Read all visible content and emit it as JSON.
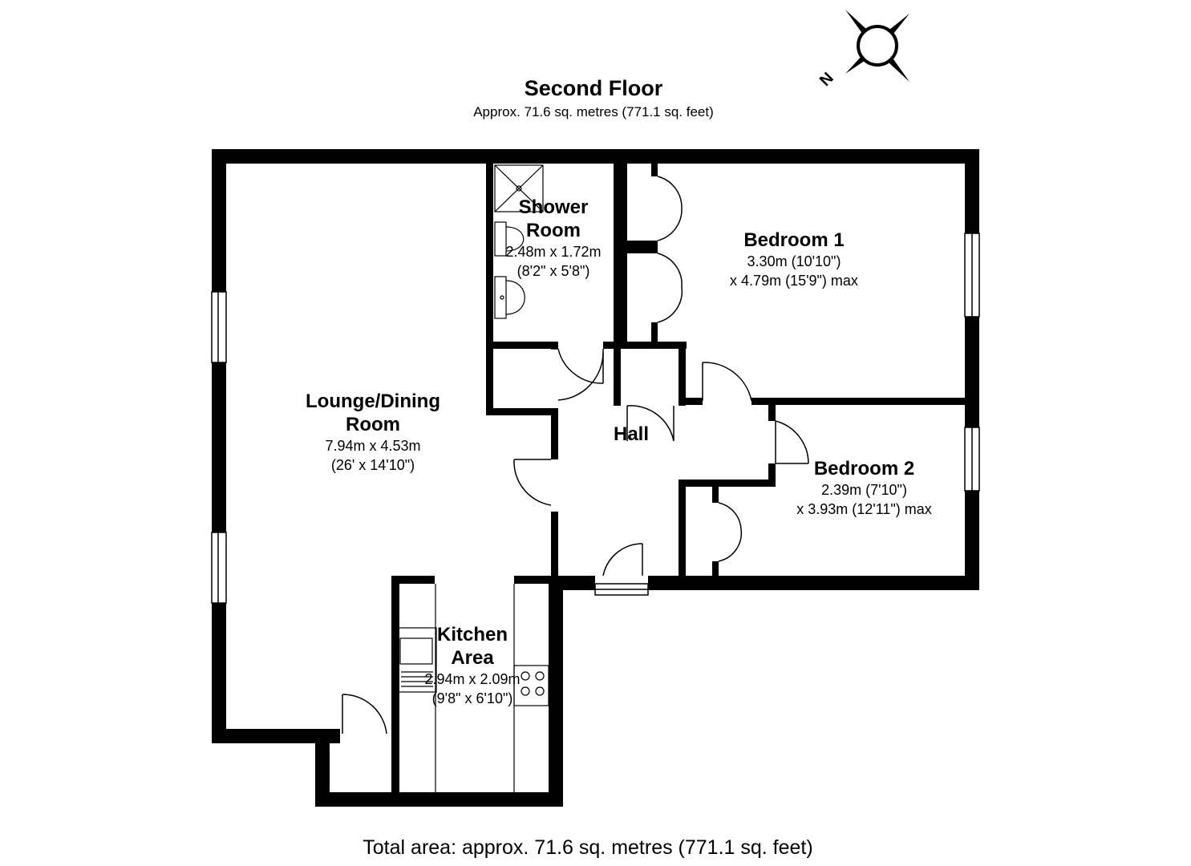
{
  "floor": {
    "title": "Second Floor",
    "area": "Approx. 71.6 sq. metres (771.1 sq. feet)"
  },
  "compass": {
    "label": "N"
  },
  "rooms": [
    {
      "id": "lounge",
      "name": "Lounge/Dining\nRoom",
      "dims": [
        "7.94m x 4.53m",
        "(26' x 14'10\")"
      ]
    },
    {
      "id": "shower",
      "name": "Shower\nRoom",
      "dims": [
        "2.48m x 1.72m",
        "(8'2\" x 5'8\")"
      ]
    },
    {
      "id": "bedroom1",
      "name": "Bedroom 1",
      "dims": [
        "3.30m (10'10\")",
        "x 4.79m (15'9\") max"
      ]
    },
    {
      "id": "hall",
      "name": "Hall",
      "dims": []
    },
    {
      "id": "bedroom2",
      "name": "Bedroom 2",
      "dims": [
        "2.39m (7'10\")",
        "x 3.93m (12'11\") max"
      ]
    },
    {
      "id": "kitchen",
      "name": "Kitchen\nArea",
      "dims": [
        "2.94m x 2.09m",
        "(9'8\" x 6'10\")"
      ]
    }
  ],
  "total": "Total area: approx. 71.6 sq. metres (771.1 sq. feet)",
  "colors": {
    "wall": "#000000",
    "line": "#000000",
    "background": "#ffffff"
  }
}
